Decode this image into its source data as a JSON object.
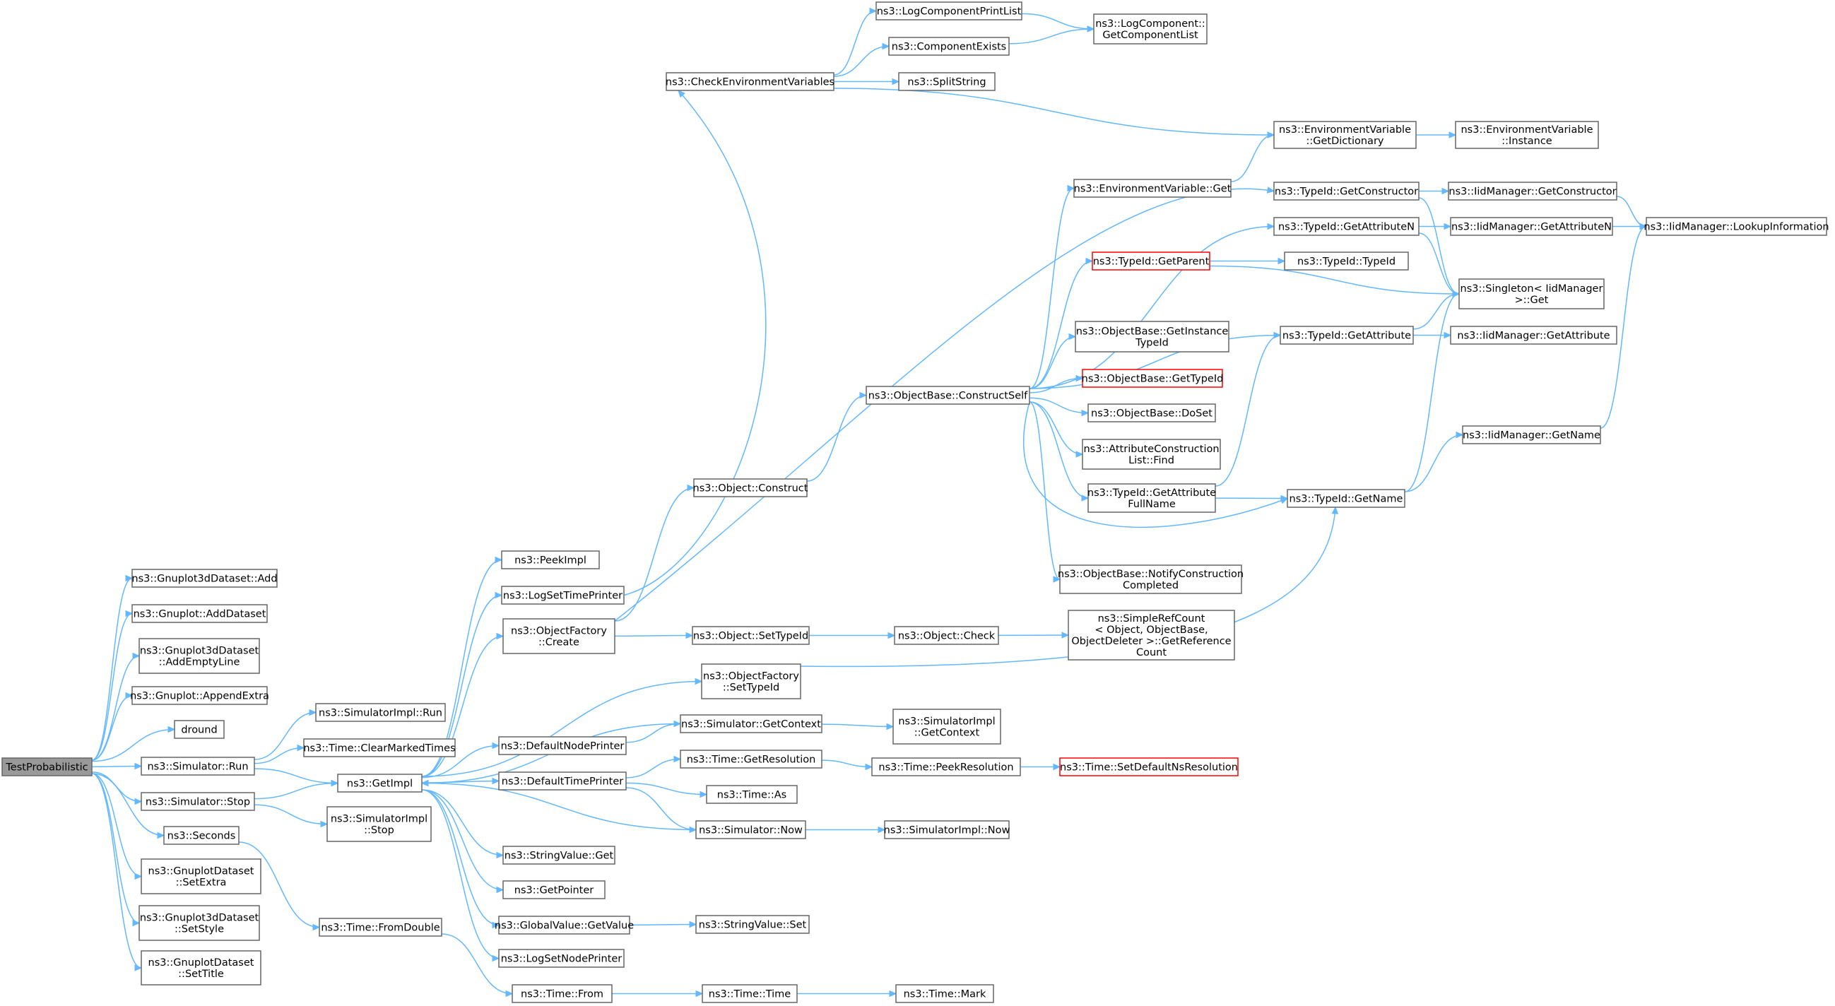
{
  "graph": {
    "root": "TestProbabilistic",
    "colors": {
      "edge": "#63b8ff",
      "node_border": "#666666",
      "root_fill": "#999999",
      "truncated_border": "#ff0000"
    },
    "nodes": [
      {
        "id": "root",
        "lines": [
          "TestProbabilistic"
        ]
      },
      {
        "id": "g3d_add",
        "lines": [
          "ns3::Gnuplot3dDataset::Add"
        ]
      },
      {
        "id": "gnu_adddataset",
        "lines": [
          "ns3::Gnuplot::AddDataset"
        ]
      },
      {
        "id": "g3d_addempty",
        "lines": [
          "ns3::Gnuplot3dDataset",
          "::AddEmptyLine"
        ]
      },
      {
        "id": "gnu_appendextra",
        "lines": [
          "ns3::Gnuplot::AppendExtra"
        ]
      },
      {
        "id": "dround",
        "lines": [
          "dround"
        ]
      },
      {
        "id": "sim_run",
        "lines": [
          "ns3::Simulator::Run"
        ]
      },
      {
        "id": "sim_stop",
        "lines": [
          "ns3::Simulator::Stop"
        ]
      },
      {
        "id": "seconds",
        "lines": [
          "ns3::Seconds"
        ]
      },
      {
        "id": "gds_setextra",
        "lines": [
          "ns3::GnuplotDataset",
          "::SetExtra"
        ]
      },
      {
        "id": "g3d_setstyle",
        "lines": [
          "ns3::Gnuplot3dDataset",
          "::SetStyle"
        ]
      },
      {
        "id": "gds_settitle",
        "lines": [
          "ns3::GnuplotDataset",
          "::SetTitle"
        ]
      },
      {
        "id": "simimpl_run",
        "lines": [
          "ns3::SimulatorImpl::Run"
        ]
      },
      {
        "id": "time_clearmarked",
        "lines": [
          "ns3::Time::ClearMarkedTimes"
        ]
      },
      {
        "id": "getimpl",
        "lines": [
          "ns3::GetImpl"
        ]
      },
      {
        "id": "simimpl_stop",
        "lines": [
          "ns3::SimulatorImpl",
          "::Stop"
        ]
      },
      {
        "id": "time_fromdouble",
        "lines": [
          "ns3::Time::FromDouble"
        ]
      },
      {
        "id": "peekimpl",
        "lines": [
          "ns3::PeekImpl"
        ]
      },
      {
        "id": "logsettimeprinter",
        "lines": [
          "ns3::LogSetTimePrinter"
        ]
      },
      {
        "id": "of_create",
        "lines": [
          "ns3::ObjectFactory",
          "::Create"
        ]
      },
      {
        "id": "defaultnodeprinter",
        "lines": [
          "ns3::DefaultNodePrinter"
        ]
      },
      {
        "id": "defaulttimeprinter",
        "lines": [
          "ns3::DefaultTimePrinter"
        ]
      },
      {
        "id": "stringvalue_get",
        "lines": [
          "ns3::StringValue::Get"
        ]
      },
      {
        "id": "getpointer",
        "lines": [
          "ns3::GetPointer"
        ]
      },
      {
        "id": "gv_getvalue",
        "lines": [
          "ns3::GlobalValue::GetValue"
        ]
      },
      {
        "id": "logsetnodeprinter",
        "lines": [
          "ns3::LogSetNodePrinter"
        ]
      },
      {
        "id": "time_from",
        "lines": [
          "ns3::Time::From"
        ]
      },
      {
        "id": "checkenv",
        "lines": [
          "ns3::CheckEnvironmentVariables"
        ]
      },
      {
        "id": "object_construct",
        "lines": [
          "ns3::Object::Construct"
        ]
      },
      {
        "id": "object_settypeid",
        "lines": [
          "ns3::Object::SetTypeId"
        ]
      },
      {
        "id": "of_settypeid",
        "lines": [
          "ns3::ObjectFactory",
          "::SetTypeId"
        ]
      },
      {
        "id": "sim_getcontext",
        "lines": [
          "ns3::Simulator::GetContext"
        ]
      },
      {
        "id": "time_getresolution",
        "lines": [
          "ns3::Time::GetResolution"
        ]
      },
      {
        "id": "time_as",
        "lines": [
          "ns3::Time::As"
        ]
      },
      {
        "id": "sim_now",
        "lines": [
          "ns3::Simulator::Now"
        ]
      },
      {
        "id": "stringvalue_set",
        "lines": [
          "ns3::StringValue::Set"
        ]
      },
      {
        "id": "time_time",
        "lines": [
          "ns3::Time::Time"
        ]
      },
      {
        "id": "logcompprintlist",
        "lines": [
          "ns3::LogComponentPrintList"
        ]
      },
      {
        "id": "componentexists",
        "lines": [
          "ns3::ComponentExists"
        ]
      },
      {
        "id": "splitstring",
        "lines": [
          "ns3::SplitString"
        ]
      },
      {
        "id": "ob_constructself",
        "lines": [
          "ns3::ObjectBase::ConstructSelf"
        ]
      },
      {
        "id": "object_check",
        "lines": [
          "ns3::Object::Check"
        ]
      },
      {
        "id": "simimpl_getcontext",
        "lines": [
          "ns3::SimulatorImpl",
          "::GetContext"
        ]
      },
      {
        "id": "time_peekresolution",
        "lines": [
          "ns3::Time::PeekResolution"
        ]
      },
      {
        "id": "simimpl_now",
        "lines": [
          "ns3::SimulatorImpl::Now"
        ]
      },
      {
        "id": "time_mark",
        "lines": [
          "ns3::Time::Mark"
        ]
      },
      {
        "id": "logcomp_getlist",
        "lines": [
          "ns3::LogComponent::",
          "GetComponentList"
        ]
      },
      {
        "id": "envvar_get",
        "lines": [
          "ns3::EnvironmentVariable::Get"
        ]
      },
      {
        "id": "typeid_getparent",
        "lines": [
          "ns3::TypeId::GetParent"
        ]
      },
      {
        "id": "ob_getinstancetypeid",
        "lines": [
          "ns3::ObjectBase::GetInstance",
          "TypeId"
        ]
      },
      {
        "id": "ob_gettypeid",
        "lines": [
          "ns3::ObjectBase::GetTypeId"
        ]
      },
      {
        "id": "ob_doset",
        "lines": [
          "ns3::ObjectBase::DoSet"
        ]
      },
      {
        "id": "acl_find",
        "lines": [
          "ns3::AttributeConstruction",
          "List::Find"
        ]
      },
      {
        "id": "typeid_getattrfullname",
        "lines": [
          "ns3::TypeId::GetAttribute",
          "FullName"
        ]
      },
      {
        "id": "ob_notifyconstruction",
        "lines": [
          "ns3::ObjectBase::NotifyConstruction",
          "Completed"
        ]
      },
      {
        "id": "simplerefcount",
        "lines": [
          "ns3::SimpleRefCount",
          "< Object, ObjectBase,",
          "ObjectDeleter >::GetReference",
          "Count"
        ]
      },
      {
        "id": "time_setdefaultns",
        "lines": [
          "ns3::Time::SetDefaultNsResolution"
        ]
      },
      {
        "id": "envvar_getdict",
        "lines": [
          "ns3::EnvironmentVariable",
          "::GetDictionary"
        ]
      },
      {
        "id": "typeid_getconstructor",
        "lines": [
          "ns3::TypeId::GetConstructor"
        ]
      },
      {
        "id": "typeid_getattributen",
        "lines": [
          "ns3::TypeId::GetAttributeN"
        ]
      },
      {
        "id": "typeid_typeid",
        "lines": [
          "ns3::TypeId::TypeId"
        ]
      },
      {
        "id": "typeid_getattribute",
        "lines": [
          "ns3::TypeId::GetAttribute"
        ]
      },
      {
        "id": "typeid_getname",
        "lines": [
          "ns3::TypeId::GetName"
        ]
      },
      {
        "id": "envvar_instance",
        "lines": [
          "ns3::EnvironmentVariable",
          "::Instance"
        ]
      },
      {
        "id": "iid_getconstructor",
        "lines": [
          "ns3::IidManager::GetConstructor"
        ]
      },
      {
        "id": "iid_getattributen",
        "lines": [
          "ns3::IidManager::GetAttributeN"
        ]
      },
      {
        "id": "singleton_get",
        "lines": [
          "ns3::Singleton< IidManager",
          " >::Get"
        ]
      },
      {
        "id": "iid_getattribute",
        "lines": [
          "ns3::IidManager::GetAttribute"
        ]
      },
      {
        "id": "iid_getname",
        "lines": [
          "ns3::IidManager::GetName"
        ]
      },
      {
        "id": "iid_lookupinfo",
        "lines": [
          "ns3::IidManager::LookupInformation"
        ]
      }
    ]
  }
}
